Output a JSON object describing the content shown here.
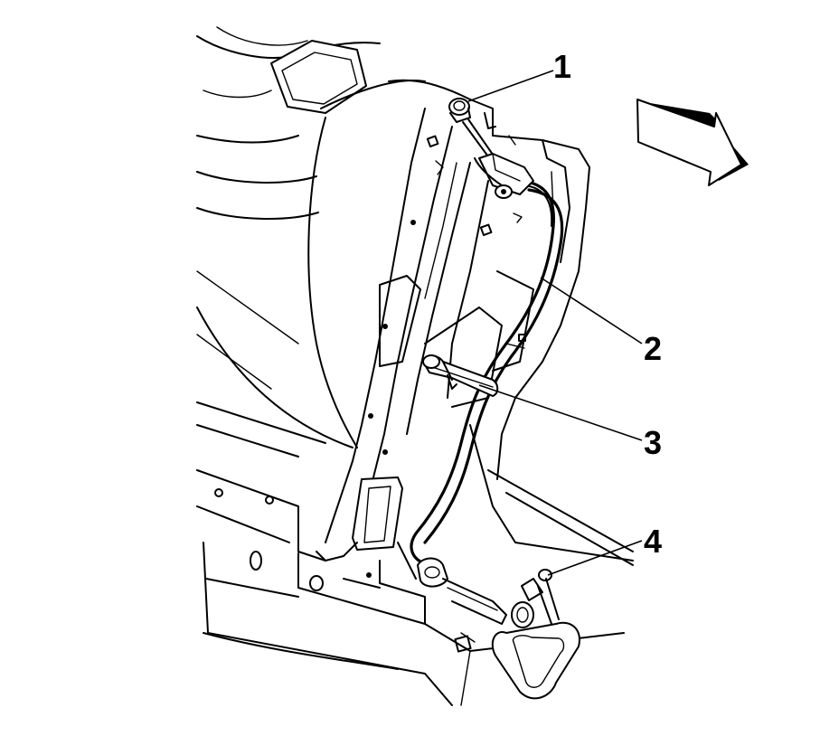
{
  "callouts": [
    {
      "id": "1",
      "label": "1"
    },
    {
      "id": "2",
      "label": "2"
    },
    {
      "id": "3",
      "label": "3"
    },
    {
      "id": "4",
      "label": "4"
    }
  ],
  "direction_arrow": {
    "icon": "forward-direction-arrow-icon"
  },
  "colors": {
    "line": "#000000",
    "background": "#ffffff"
  }
}
